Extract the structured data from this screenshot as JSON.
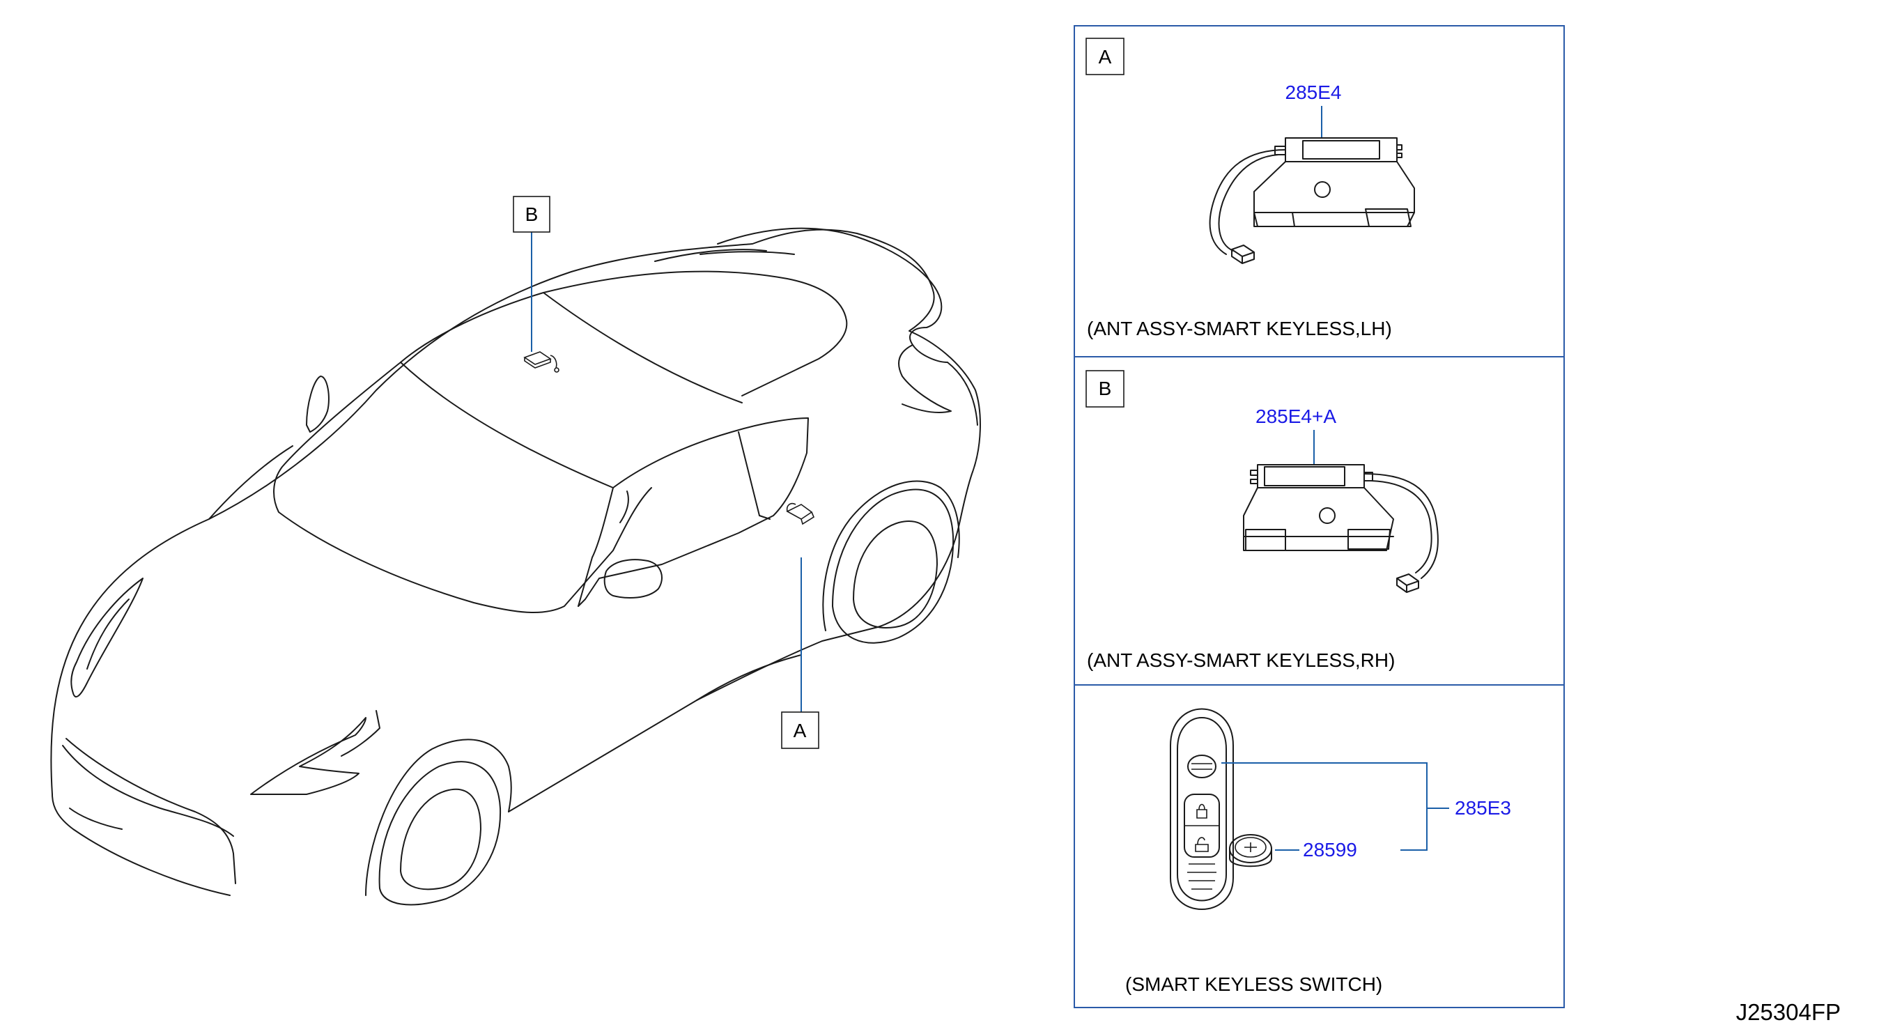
{
  "callouts": {
    "car_a": "A",
    "car_b": "B",
    "panel_a": "A",
    "panel_b": "B"
  },
  "panels": {
    "a": {
      "part_number": "285E4",
      "caption": "(ANT   ASSY-SMART   KEYLESS,LH)"
    },
    "b": {
      "part_number": "285E4+A",
      "caption": "(ANT   ASSY-SMART   KEYLESS,RH)"
    },
    "c": {
      "part_number_switch": "285E3",
      "part_number_battery": "28599",
      "caption": "(SMART   KEYLESS   SWITCH)"
    }
  },
  "diagram_code": "J25304FP",
  "colors": {
    "part_number": "#1a1ae6",
    "panel_border": "#2a5aa8",
    "leader": "#1a5fa8",
    "line_art": "#1a1a1a"
  }
}
